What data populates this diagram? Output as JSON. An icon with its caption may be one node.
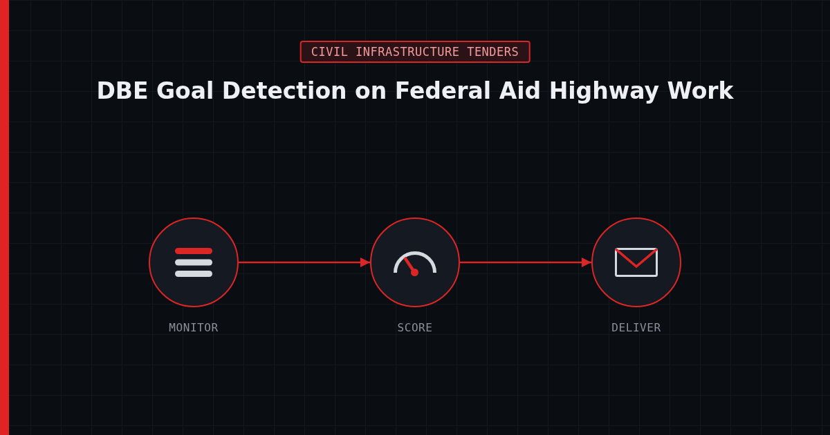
{
  "diagram": {
    "title": "DBE Goal Detection on Federal Aid Highway Work",
    "nodes": [
      {
        "text": [],
        "shape": "circle",
        "beside": [
          "MONITOR"
        ]
      },
      {
        "text": [],
        "shape": "circle",
        "beside": [
          "SCORE"
        ]
      },
      {
        "text": [],
        "shape": "circle",
        "beside": [
          "DELIVER"
        ]
      }
    ],
    "edges": [
      {
        "from": 0,
        "to": 1,
        "arrow": "to"
      },
      {
        "from": 1,
        "to": 2,
        "arrow": "to"
      }
    ],
    "labels": [
      "CIVIL INFRASTRUCTURE TENDERS"
    ]
  }
}
